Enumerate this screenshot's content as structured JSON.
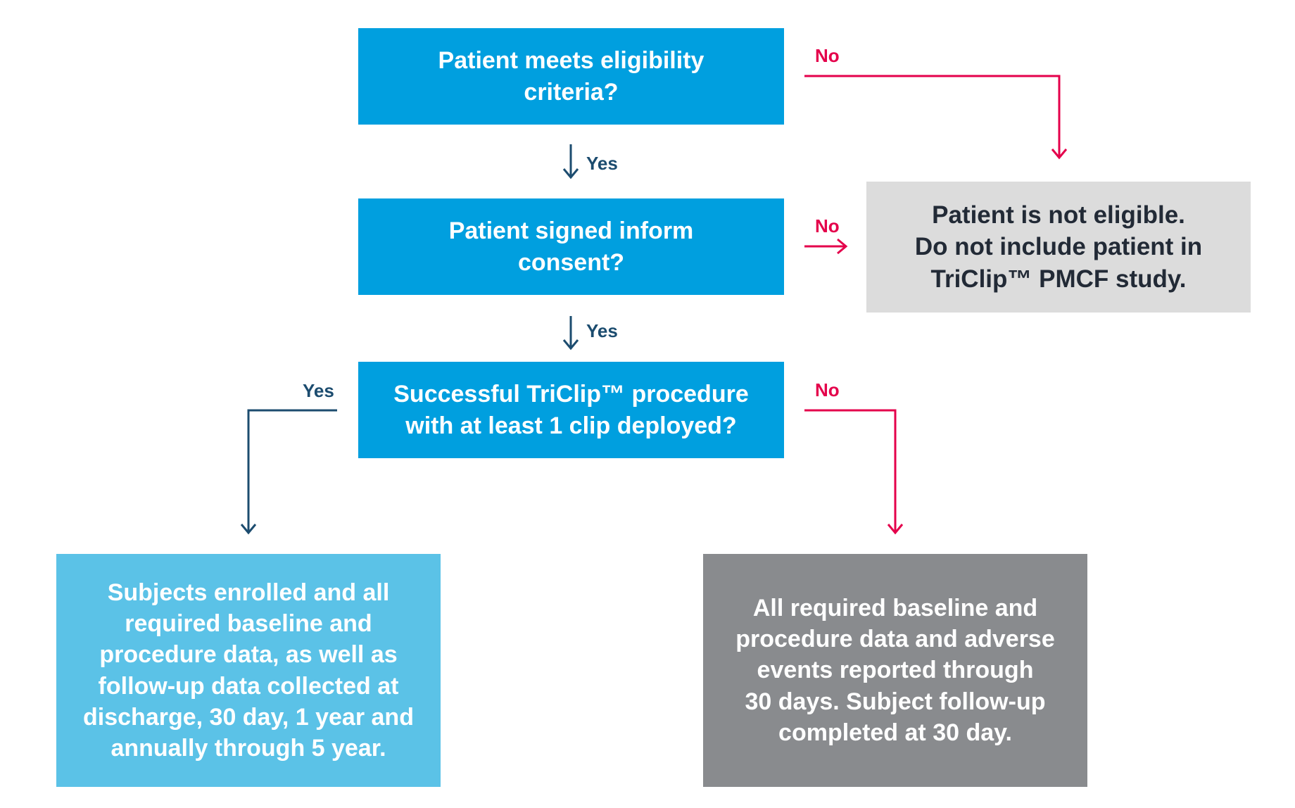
{
  "colors": {
    "question_box": "#009fdf",
    "not_eligible_box": "#dcdcdc",
    "enrolled_box": "#5bc2e7",
    "thirty_day_box": "#898b8e",
    "no_arrow": "#e4004b",
    "yes_arrow": "#1c4c6f"
  },
  "q1": {
    "lines": [
      "Patient meets eligibility",
      "criteria?"
    ]
  },
  "q2": {
    "lines": [
      "Patient signed inform",
      "consent?"
    ]
  },
  "q3": {
    "lines": [
      "Successful TriClip™ procedure",
      "with at least 1 clip deployed?"
    ]
  },
  "not_eligible": {
    "lines": [
      "Patient is not eligible.",
      "Do not include patient in",
      "TriClip™ PMCF study."
    ]
  },
  "enrolled": {
    "lines": [
      "Subjects enrolled and all",
      "required baseline and",
      "procedure data, as well as",
      "follow-up data collected at",
      "discharge, 30 day, 1 year and",
      "annually through 5 year."
    ]
  },
  "thirty_day": {
    "lines": [
      "All required baseline and",
      "procedure data and adverse",
      "events reported through",
      "30 days. Subject follow-up",
      "completed at 30 day."
    ]
  },
  "labels": {
    "no": "No",
    "yes": "Yes"
  }
}
